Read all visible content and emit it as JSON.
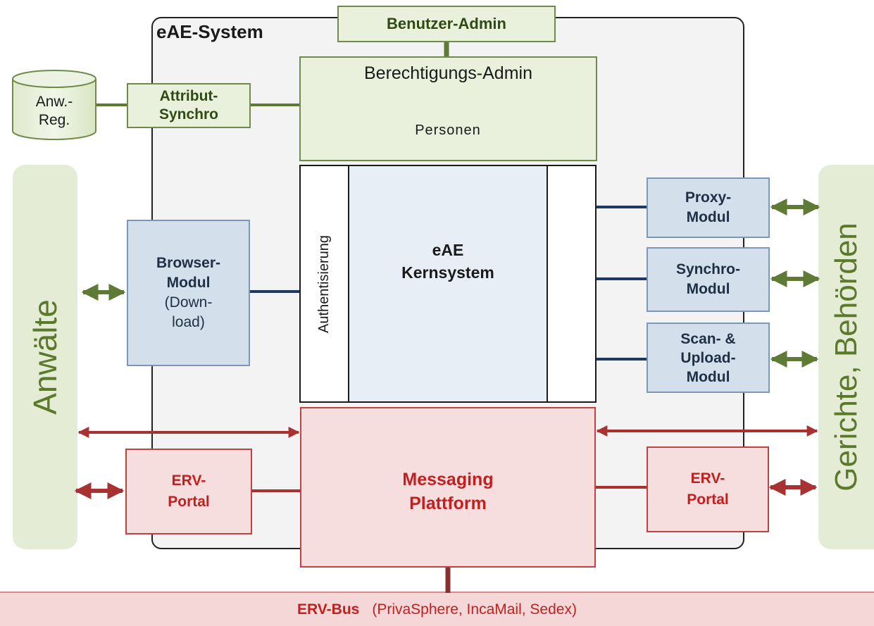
{
  "system": {
    "title": "eAE-System"
  },
  "benutzer_admin": {
    "label": "Benutzer-Admin"
  },
  "berechtigungs_admin": {
    "label": "Berechtigungs-Admin",
    "db_label": "Personen"
  },
  "anw_reg": {
    "line1": "Anw.-",
    "line2": "Reg."
  },
  "attribut_synchro": {
    "line1": "Attribut-",
    "line2": "Synchro"
  },
  "kern": {
    "line1": "eAE",
    "line2": "Kernsystem",
    "auth_label": "Authentisierung"
  },
  "browser_modul": {
    "line1": "Browser-",
    "line2": "Modul",
    "line3": "(Down-",
    "line4": "load)"
  },
  "proxy_modul": {
    "line1": "Proxy-",
    "line2": "Modul"
  },
  "synchro_modul": {
    "line1": "Synchro-",
    "line2": "Modul"
  },
  "scan_modul": {
    "line1": "Scan- &",
    "line2": "Upload-",
    "line3": "Modul"
  },
  "messaging": {
    "line1": "Messaging",
    "line2": "Plattform"
  },
  "erv_portal_left": {
    "line1": "ERV-",
    "line2": "Portal"
  },
  "erv_portal_right": {
    "line1": "ERV-",
    "line2": "Portal"
  },
  "left_side": {
    "label": "Anwälte"
  },
  "right_side": {
    "label": "Gerichte, Behörden"
  },
  "erv_bus": {
    "label": "ERV-Bus",
    "detail": "(PrivaSphere, IncaMail, Sedex)"
  },
  "colors": {
    "green": "#6f8a4a",
    "blue": "#1f3864",
    "red": "#a83232",
    "side": "#e4ecd6"
  }
}
